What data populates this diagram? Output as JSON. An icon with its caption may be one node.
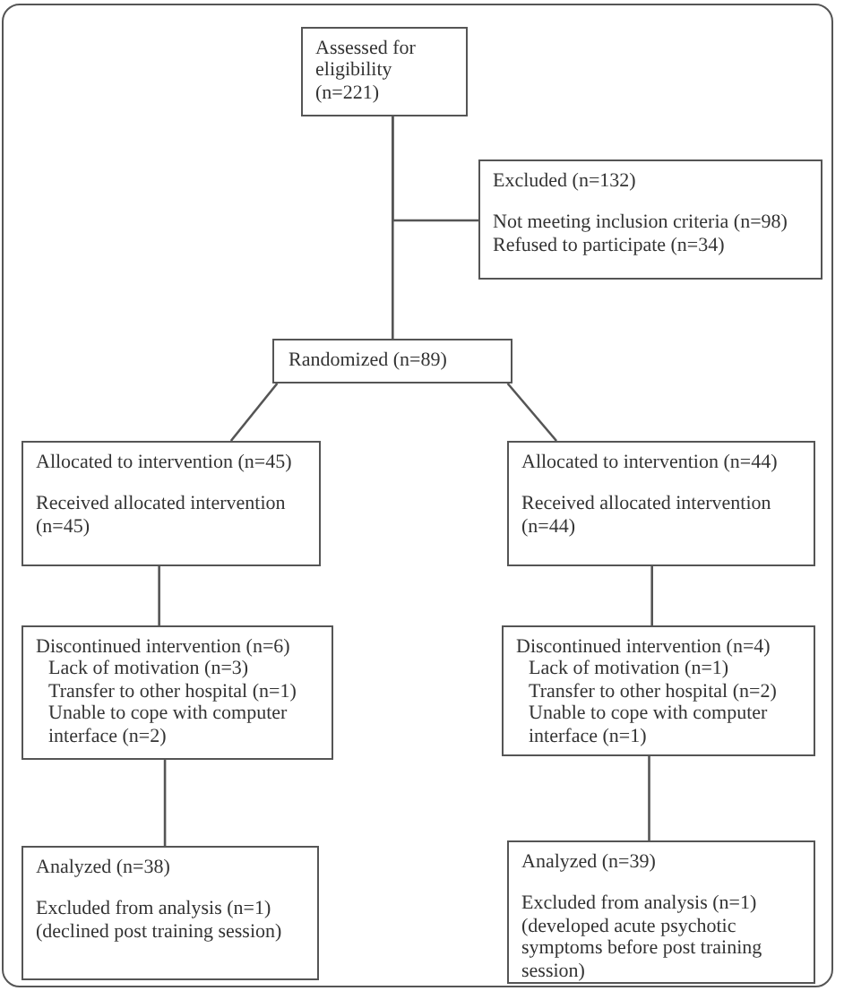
{
  "diagram": {
    "nodes": [
      {
        "text": [
          "Assessed for eligibility (n=221)"
        ]
      },
      {
        "text": [
          "Excluded (n=132)",
          "Not meeting inclusion criteria (n=98)",
          "Refused to participate (n=34)"
        ]
      },
      {
        "text": [
          "Randomized (n=89)"
        ]
      },
      {
        "text": [
          "Allocated to intervention (n=45)",
          "Received allocated intervention (n=45)"
        ]
      },
      {
        "text": [
          "Allocated to intervention (n=44)",
          "Received allocated intervention (n=44)"
        ]
      },
      {
        "text": [
          "Discontinued intervention (n=6)",
          "Lack of motivation (n=3)",
          "Transfer to other hospital (n=1)",
          "Unable to cope with computer interface (n=2)"
        ]
      },
      {
        "text": [
          "Discontinued intervention (n=4)",
          "Lack of motivation (n=1)",
          "Transfer to other hospital (n=2)",
          "Unable to cope with computer interface (n=1)"
        ]
      },
      {
        "text": [
          "Analyzed (n=38)",
          "Excluded from analysis (n=1)",
          "(declined post training session)"
        ]
      },
      {
        "text": [
          "Analyzed (n=39)",
          "Excluded from analysis (n=1)",
          "(developed acute psychotic symptoms before post training session)"
        ]
      }
    ],
    "edges": [
      {
        "from": 0,
        "to": 2,
        "arrow": "none"
      },
      {
        "from": 0,
        "to": 1,
        "arrow": "none"
      },
      {
        "from": 2,
        "to": 3,
        "arrow": "none"
      },
      {
        "from": 2,
        "to": 4,
        "arrow": "none"
      },
      {
        "from": 3,
        "to": 5,
        "arrow": "none"
      },
      {
        "from": 4,
        "to": 6,
        "arrow": "none"
      },
      {
        "from": 5,
        "to": 7,
        "arrow": "none"
      },
      {
        "from": 6,
        "to": 8,
        "arrow": "none"
      }
    ]
  }
}
